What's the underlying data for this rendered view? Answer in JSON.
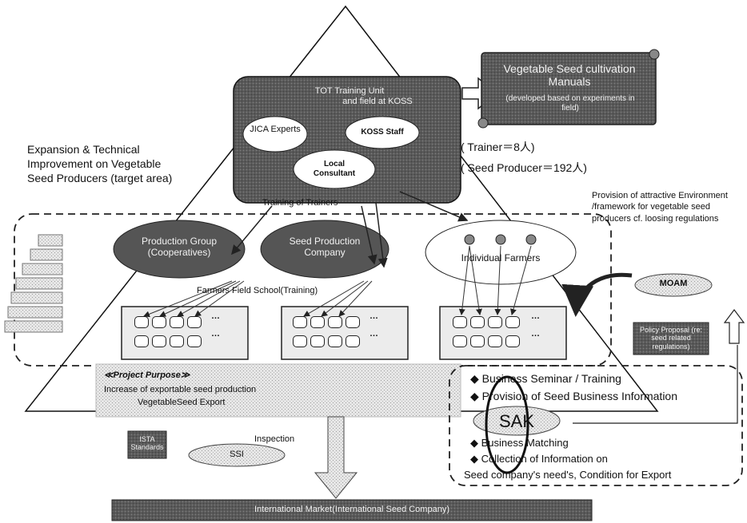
{
  "tot_unit": {
    "title_line1": "TOT Training Unit",
    "title_line2": "and field at KOSS",
    "jica": "JICA Experts",
    "koss": "KOSS Staff",
    "local_consultant": "Local Consultant"
  },
  "manuals": {
    "title": "Vegetable Seed cultivation Manuals",
    "subtitle": "(developed based on experiments in field)"
  },
  "counts": {
    "trainer": "(  Trainer＝8人)",
    "seed_producer": "(  Seed Producer＝192人)"
  },
  "left_heading": "Expansion & Technical Improvement on Vegetable Seed Producers (target area)",
  "training_of_trainers": "Training of Trainers",
  "provision_text": "Provision of attractive Environment /framework for vegetable seed producers cf. loosing regulations",
  "groups": {
    "production_group": "Production Group (Cooperatives)",
    "seed_company": "Seed Production Company",
    "individual_farmers": "Individual Farmers"
  },
  "ffs": "Farmers Field School(Training)",
  "ellipsis": "…",
  "moam": "MOAM",
  "policy": "Policy Proposal (re: seed related regulations)",
  "project_purpose": {
    "title": "≪Project Purpose≫",
    "line1": "Increase of exportable seed production",
    "line2": "VegetableSeed Export"
  },
  "sak_box": {
    "item1": "Business Seminar / Training",
    "item2": "Provision of Seed Business Information",
    "sak": "SAK",
    "item3": "Business Matching",
    "item4": "Collection of Information on",
    "item5": "Seed company's need's, Condition for Export"
  },
  "ista": "ISTA Standards",
  "ssi": "SSI",
  "inspection": "Inspection",
  "market": "International Market(International Seed Company)",
  "colors": {
    "dark_fill": "#555555",
    "light_fill": "#d9d9d9",
    "ink": "#111111"
  }
}
